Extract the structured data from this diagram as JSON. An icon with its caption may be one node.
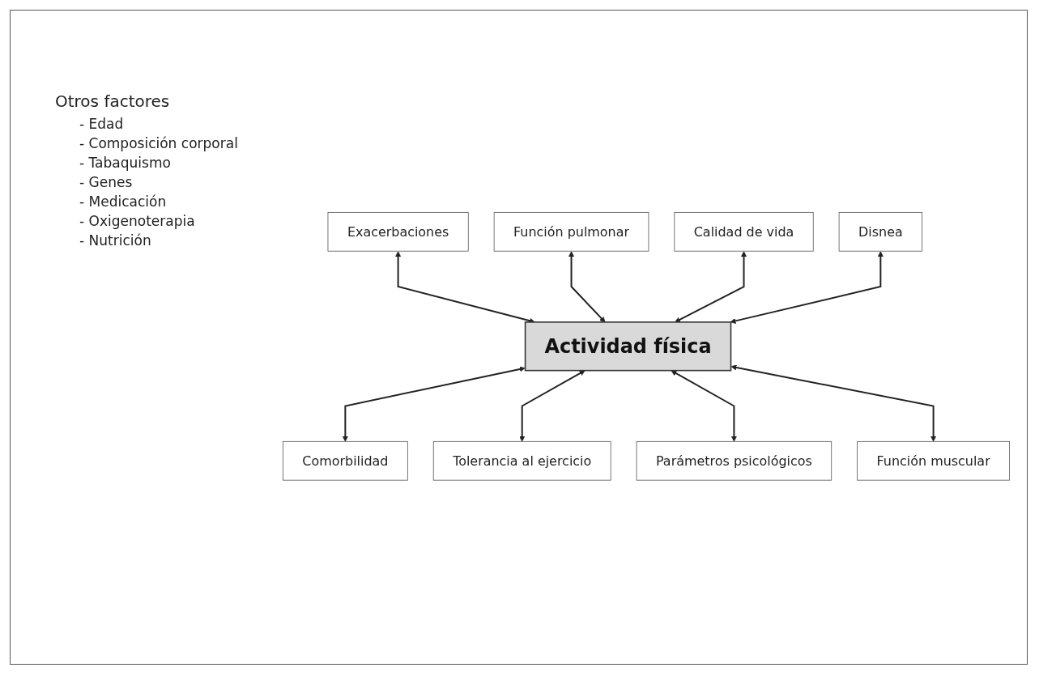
{
  "diagram": {
    "nodes": [
      {
        "text": [
          "Exacerbaciones"
        ]
      },
      {
        "text": [
          "Función pulmonar"
        ]
      },
      {
        "text": [
          "Calidad de vida"
        ]
      },
      {
        "text": [
          "Disnea"
        ]
      },
      {
        "text": [
          "Actividad física"
        ]
      },
      {
        "text": [
          "Comorbilidad"
        ]
      },
      {
        "text": [
          "Tolerancia al ejercicio"
        ]
      },
      {
        "text": [
          "Parámetros psicológicos"
        ]
      },
      {
        "text": [
          "Función muscular"
        ]
      }
    ],
    "edges": [
      {
        "from": 0,
        "to": 4,
        "arrow": "both"
      },
      {
        "from": 1,
        "to": 4,
        "arrow": "both"
      },
      {
        "from": 2,
        "to": 4,
        "arrow": "both"
      },
      {
        "from": 3,
        "to": 4,
        "arrow": "both"
      },
      {
        "from": 4,
        "to": 5,
        "arrow": "both"
      },
      {
        "from": 4,
        "to": 6,
        "arrow": "both"
      },
      {
        "from": 4,
        "to": 7,
        "arrow": "both"
      },
      {
        "from": 4,
        "to": 8,
        "arrow": "both"
      }
    ],
    "labels": [
      "Otros factores",
      "- Edad",
      "- Composición corporal",
      "- Tabaquismo",
      "- Genes",
      "- Medicación",
      "- Oxigenoterapia",
      "- Nutrición"
    ]
  }
}
